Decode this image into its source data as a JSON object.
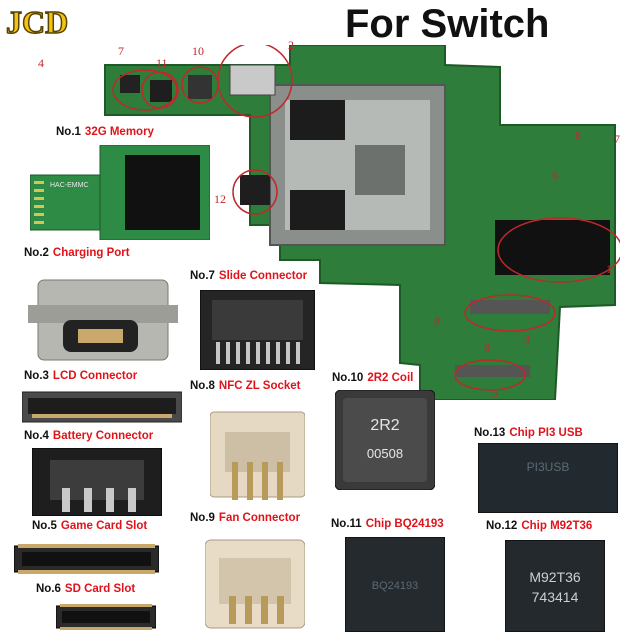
{
  "brand": "JCD",
  "title": "For Switch",
  "colors": {
    "label_red": "#e0121a",
    "logo_gold": "#f2c40f",
    "pcb_green": "#2e7d3a"
  },
  "parts": [
    {
      "no": "No.1",
      "name": "32G Memory"
    },
    {
      "no": "No.2",
      "name": "Charging Port"
    },
    {
      "no": "No.3",
      "name": "LCD Connector"
    },
    {
      "no": "No.4",
      "name": "Battery Connector"
    },
    {
      "no": "No.5",
      "name": "Game Card Slot"
    },
    {
      "no": "No.6",
      "name": "SD Card Slot"
    },
    {
      "no": "No.7",
      "name": "Slide Connector"
    },
    {
      "no": "No.8",
      "name": "NFC ZL Socket"
    },
    {
      "no": "No.9",
      "name": "Fan Connector"
    },
    {
      "no": "No.10",
      "name": "2R2 Coil"
    },
    {
      "no": "No.11",
      "name": "Chip BQ24193"
    },
    {
      "no": "No.12",
      "name": "Chip M92T36"
    },
    {
      "no": "No.13",
      "name": "Chip PI3 USB"
    }
  ],
  "board_numbers": [
    "1",
    "2",
    "3",
    "4",
    "5",
    "6",
    "7",
    "7",
    "8",
    "8",
    "9",
    "10",
    "11",
    "12"
  ],
  "chip_text": {
    "coil_top": "2R2",
    "coil_bottom": "00508",
    "pi3": "PI3USB",
    "bq": "BQ24193",
    "m92_line1": "M92T36",
    "m92_line2": "743414",
    "memory_board": "HAC-EMMC"
  }
}
